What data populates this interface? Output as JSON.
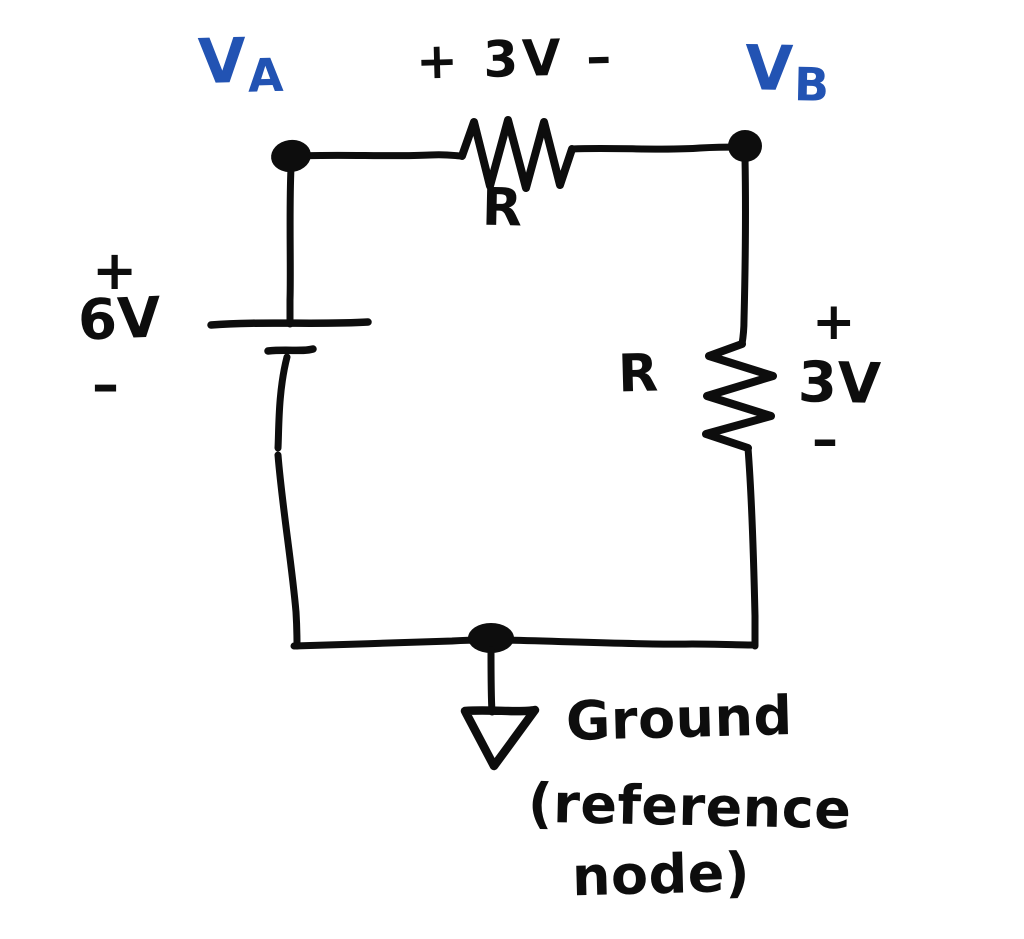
{
  "diagram": {
    "title": "Hand-drawn DC circuit with voltage source, two resistors and ground reference",
    "ink_color": "#0d0d0d",
    "accent_color": "#2253b3",
    "background_color": "#ffffff"
  },
  "nodes": {
    "a_label_main": "V",
    "a_label_sub": "A",
    "b_label_main": "V",
    "b_label_sub": "B"
  },
  "source": {
    "plus_sign": "+",
    "value": "6V",
    "minus_sign": "–"
  },
  "top_branch": {
    "polarity_annotation": "+ 3V –",
    "resistor_label": "R"
  },
  "right_branch": {
    "resistor_label": "R",
    "plus_sign": "+",
    "value": "3V",
    "minus_sign": "–"
  },
  "ground": {
    "line1": "Ground",
    "line2": "(reference",
    "line3": "node)"
  }
}
